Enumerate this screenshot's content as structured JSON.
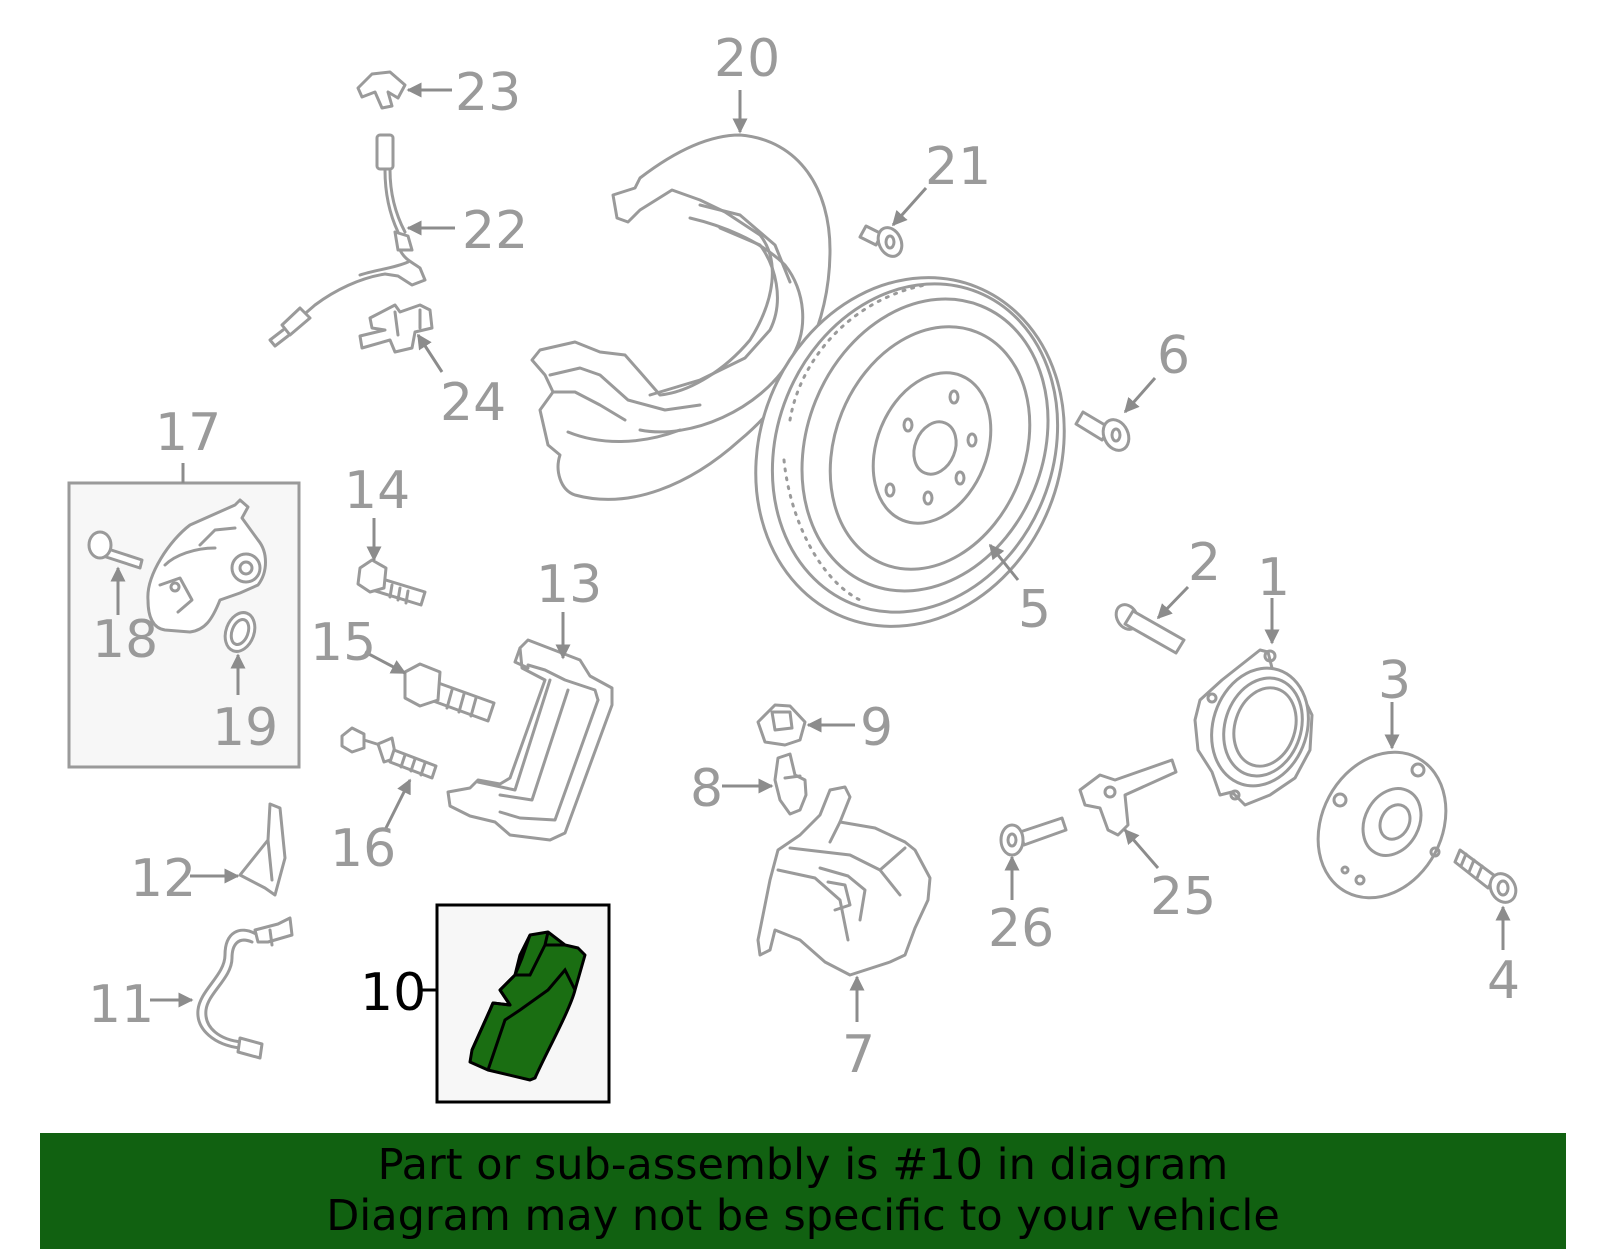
{
  "colors": {
    "banner_bg": "#116111",
    "highlight_part": "#1a6e12",
    "line_art": "#9a9a9a",
    "highlight_outline": "#000000"
  },
  "callouts": {
    "c1": "1",
    "c2": "2",
    "c3": "3",
    "c4": "4",
    "c5": "5",
    "c6": "6",
    "c7": "7",
    "c8": "8",
    "c9": "9",
    "c10": "10",
    "c11": "11",
    "c12": "12",
    "c13": "13",
    "c14": "14",
    "c15": "15",
    "c16": "16",
    "c17": "17",
    "c18": "18",
    "c19": "19",
    "c20": "20",
    "c21": "21",
    "c22": "22",
    "c23": "23",
    "c24": "24",
    "c25": "25",
    "c26": "26"
  },
  "highlighted_part": "10",
  "banner": {
    "line1": "Part or sub-assembly is #10 in diagram",
    "line2": "Diagram may not be specific to your vehicle"
  }
}
